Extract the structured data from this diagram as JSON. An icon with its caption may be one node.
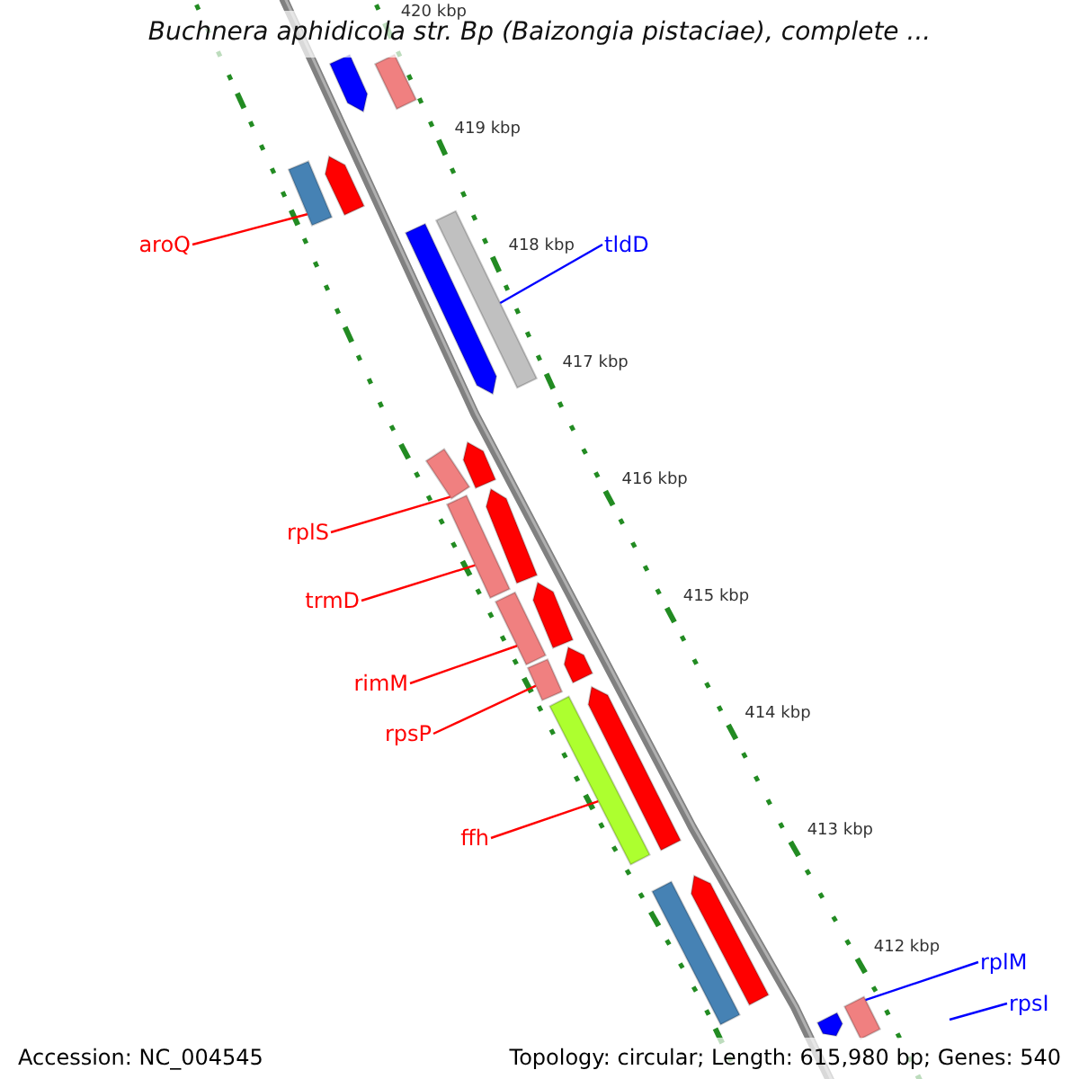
{
  "diagram": {
    "title": "Buchnera aphidicola str. Bp (Baizongia pistaciae), complete ...",
    "nodes": [
      {
        "text": [
          "aroQ"
        ]
      },
      {
        "text": [
          "tldD"
        ]
      },
      {
        "text": [
          "rplS"
        ]
      },
      {
        "text": [
          "trmD"
        ]
      },
      {
        "text": [
          "rimM"
        ]
      },
      {
        "text": [
          "rpsP"
        ]
      },
      {
        "text": [
          "ffh"
        ]
      },
      {
        "text": [
          "rplM"
        ]
      },
      {
        "text": [
          "rpsI"
        ]
      },
      {
        "text": [],
        "shape": "arrow"
      },
      {
        "text": [],
        "shape": "bar"
      },
      {
        "text": [],
        "shape": "bar"
      },
      {
        "text": [],
        "shape": "arrow"
      },
      {
        "text": [],
        "shape": "arrow"
      },
      {
        "text": [],
        "shape": "bar"
      },
      {
        "text": [],
        "shape": "bar"
      },
      {
        "text": [],
        "shape": "arrow"
      },
      {
        "text": [],
        "shape": "bar"
      },
      {
        "text": [],
        "shape": "arrow"
      },
      {
        "text": [],
        "shape": "bar"
      },
      {
        "text": [],
        "shape": "arrow"
      },
      {
        "text": [],
        "shape": "bar"
      },
      {
        "text": [],
        "shape": "arrow"
      },
      {
        "text": [],
        "shape": "bar"
      },
      {
        "text": [],
        "shape": "arrow"
      },
      {
        "text": [],
        "shape": "bar"
      },
      {
        "text": [],
        "shape": "arrow"
      },
      {
        "text": [],
        "shape": "arrow"
      },
      {
        "text": [],
        "shape": "bar"
      }
    ],
    "edges": [
      {
        "from": 0,
        "to": 11,
        "arrow": "none"
      },
      {
        "from": 1,
        "to": 14,
        "arrow": "none",
        "color": "#0000ff"
      },
      {
        "from": 2,
        "to": 15,
        "arrow": "none"
      },
      {
        "from": 3,
        "to": 17,
        "arrow": "none"
      },
      {
        "from": 4,
        "to": 19,
        "arrow": "none"
      },
      {
        "from": 5,
        "to": 21,
        "arrow": "none"
      },
      {
        "from": 6,
        "to": 23,
        "arrow": "none"
      },
      {
        "from": 7,
        "to": 28,
        "arrow": "none",
        "color": "#0000ff"
      },
      {
        "from": 8,
        "to": null,
        "arrow": "none",
        "color": "#0000ff"
      }
    ],
    "labels": [
      "420 kbp",
      "419 kbp",
      "418 kbp",
      "417 kbp",
      "416 kbp",
      "415 kbp",
      "414 kbp",
      "413 kbp",
      "412 kbp",
      "Accession: NC_004545",
      "Topology: circular; Length: 615,980 bp; Genes: 540"
    ]
  }
}
